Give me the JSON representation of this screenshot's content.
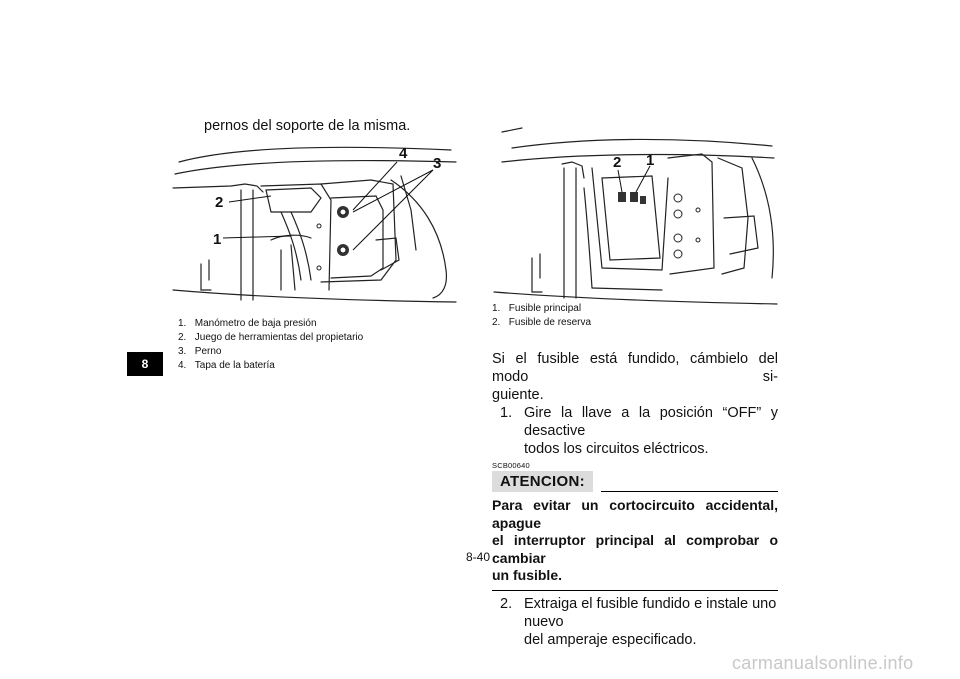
{
  "chapter_tab": "8",
  "left_column": {
    "lead_text": "pernos del soporte de la misma.",
    "figure_callouts": [
      "4",
      "3",
      "2",
      "1"
    ],
    "captions": [
      {
        "num": "1.",
        "text": "Manómetro de baja presión"
      },
      {
        "num": "2.",
        "text": "Juego de herramientas del propietario"
      },
      {
        "num": "3.",
        "text": "Perno"
      },
      {
        "num": "4.",
        "text": "Tapa de la batería"
      }
    ]
  },
  "right_column": {
    "figure_callouts": [
      "2",
      "1"
    ],
    "captions": [
      {
        "num": "1.",
        "text": "Fusible principal"
      },
      {
        "num": "2.",
        "text": "Fusible de reserva"
      }
    ],
    "intro_line1": "Si el fusible está fundido, cámbielo del modo si-",
    "intro_line2": "guiente.",
    "step1_num": "1.",
    "step1_line1": "Gire la llave a la posición “OFF” y desactive",
    "step1_line2": "todos los circuitos eléctricos.",
    "code": "SCB00640",
    "atencion_label": "ATENCION:",
    "warning_line1": "Para evitar un cortocircuito accidental, apague",
    "warning_line2": "el interruptor principal al comprobar o cambiar",
    "warning_line3": "un fusible.",
    "step2_num": "2.",
    "step2_line1": "Extraiga el fusible fundido e instale uno nuevo",
    "step2_line2": "del amperaje especificado."
  },
  "page_number": "8-40",
  "watermark": "carmanualsonline.info"
}
